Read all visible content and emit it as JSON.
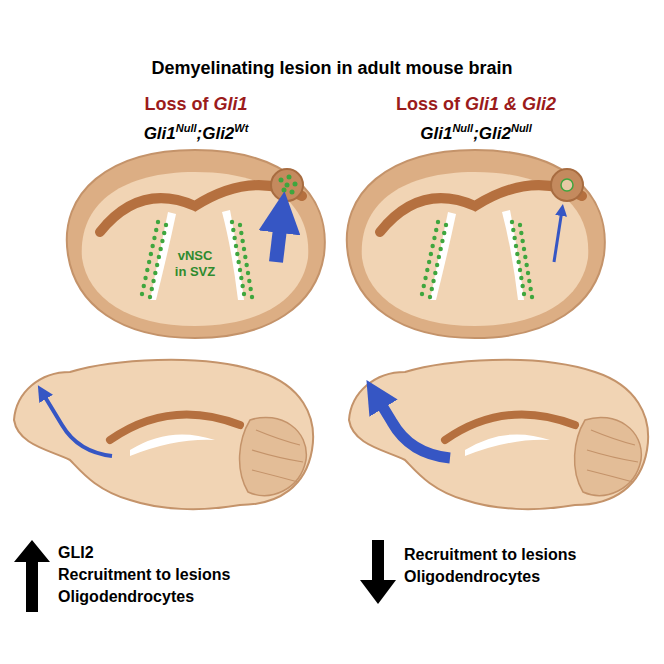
{
  "diagram": {
    "title": "Demyelinating lesion in adult mouse brain",
    "labels": [
      "Loss of",
      "Gli1",
      "Gli1",
      "Null",
      ";Gli2",
      "Wt",
      "vNSC",
      "in SVZ",
      "Loss of",
      "Gli1 & Gli2",
      "Gli1",
      "Null",
      ";Gli2",
      "Null",
      "GLI2",
      "Recruitment to lesions",
      "Oligodendrocytes",
      "Recruitment to lesions",
      "Oligodendrocytes"
    ]
  }
}
